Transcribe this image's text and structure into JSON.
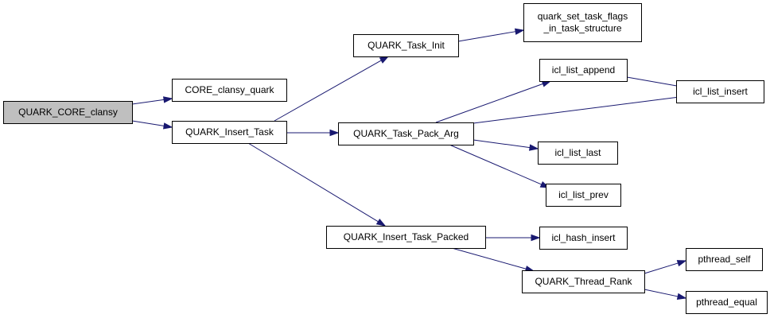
{
  "diagram": {
    "type": "call-graph",
    "colors": {
      "edge": "#191970",
      "root_fill": "#bfbfbf",
      "node_fill": "#ffffff",
      "border": "#000000"
    },
    "nodes": [
      {
        "id": "root",
        "lines": [
          "QUARK_CORE_clansy"
        ],
        "highlight": true
      },
      {
        "id": "core_clansy_quark",
        "lines": [
          "CORE_clansy_quark"
        ]
      },
      {
        "id": "insert_task",
        "lines": [
          "QUARK_Insert_Task"
        ]
      },
      {
        "id": "task_init",
        "lines": [
          "QUARK_Task_Init"
        ]
      },
      {
        "id": "task_pack_arg",
        "lines": [
          "QUARK_Task_Pack_Arg"
        ]
      },
      {
        "id": "insert_task_packed",
        "lines": [
          "QUARK_Insert_Task_Packed"
        ]
      },
      {
        "id": "set_task_flags",
        "lines": [
          "quark_set_task_flags",
          "_in_task_structure"
        ]
      },
      {
        "id": "icl_list_append",
        "lines": [
          "icl_list_append"
        ]
      },
      {
        "id": "icl_list_insert",
        "lines": [
          "icl_list_insert"
        ]
      },
      {
        "id": "icl_list_last",
        "lines": [
          "icl_list_last"
        ]
      },
      {
        "id": "icl_list_prev",
        "lines": [
          "icl_list_prev"
        ]
      },
      {
        "id": "icl_hash_insert",
        "lines": [
          "icl_hash_insert"
        ]
      },
      {
        "id": "thread_rank",
        "lines": [
          "QUARK_Thread_Rank"
        ]
      },
      {
        "id": "pthread_self",
        "lines": [
          "pthread_self"
        ]
      },
      {
        "id": "pthread_equal",
        "lines": [
          "pthread_equal"
        ]
      }
    ],
    "edges": [
      {
        "from": "root",
        "to": "core_clansy_quark"
      },
      {
        "from": "root",
        "to": "insert_task"
      },
      {
        "from": "insert_task",
        "to": "task_init"
      },
      {
        "from": "insert_task",
        "to": "task_pack_arg"
      },
      {
        "from": "insert_task",
        "to": "insert_task_packed"
      },
      {
        "from": "task_init",
        "to": "set_task_flags"
      },
      {
        "from": "task_pack_arg",
        "to": "icl_list_append"
      },
      {
        "from": "task_pack_arg",
        "to": "icl_list_insert"
      },
      {
        "from": "task_pack_arg",
        "to": "icl_list_last"
      },
      {
        "from": "task_pack_arg",
        "to": "icl_list_prev"
      },
      {
        "from": "icl_list_append",
        "to": "icl_list_insert"
      },
      {
        "from": "insert_task_packed",
        "to": "icl_hash_insert"
      },
      {
        "from": "insert_task_packed",
        "to": "thread_rank"
      },
      {
        "from": "thread_rank",
        "to": "pthread_self"
      },
      {
        "from": "thread_rank",
        "to": "pthread_equal"
      }
    ]
  }
}
